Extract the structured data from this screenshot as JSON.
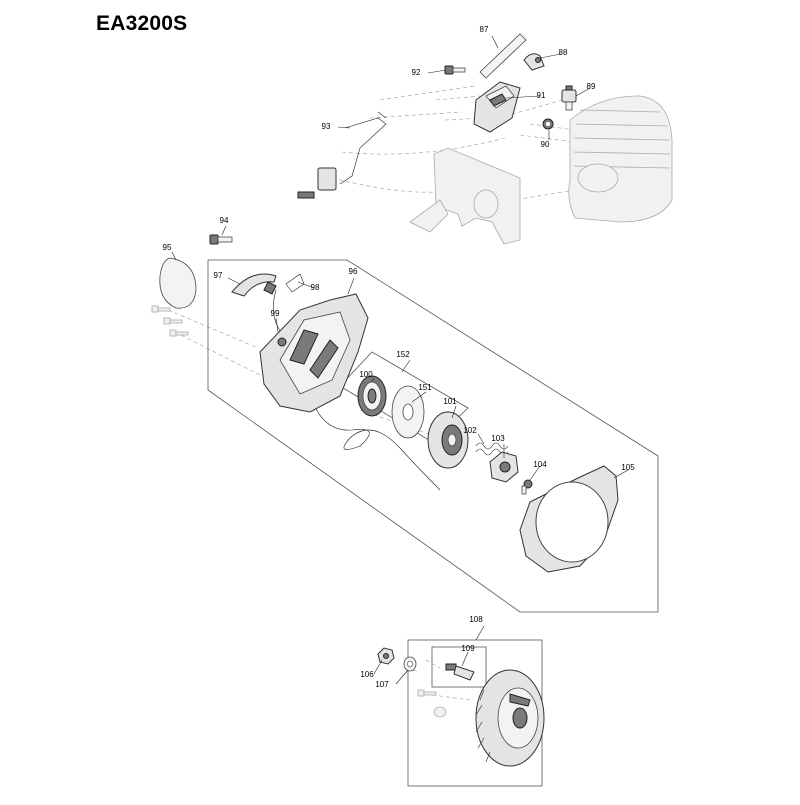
{
  "diagram": {
    "model": "EA3200S",
    "parts": [
      {
        "number": "87"
      },
      {
        "number": "88"
      },
      {
        "number": "89"
      },
      {
        "number": "90"
      },
      {
        "number": "91"
      },
      {
        "number": "92"
      },
      {
        "number": "93"
      },
      {
        "number": "94"
      },
      {
        "number": "95"
      },
      {
        "number": "96"
      },
      {
        "number": "97"
      },
      {
        "number": "98"
      },
      {
        "number": "99"
      },
      {
        "number": "100"
      },
      {
        "number": "101"
      },
      {
        "number": "102"
      },
      {
        "number": "103"
      },
      {
        "number": "104"
      },
      {
        "number": "105"
      },
      {
        "number": "106"
      },
      {
        "number": "107"
      },
      {
        "number": "108"
      },
      {
        "number": "109"
      },
      {
        "number": "151"
      },
      {
        "number": "152"
      }
    ]
  }
}
